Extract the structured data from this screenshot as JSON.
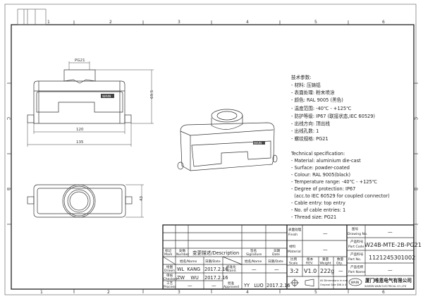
{
  "sheet": {
    "col_markers": [
      "1",
      "2",
      "3",
      "4",
      "5",
      "6"
    ],
    "row_markers": [
      "C",
      "B"
    ]
  },
  "views": {
    "thread_label": "PG21",
    "height_dim": "69.5",
    "width_inner_dim": "120",
    "width_outer_dim": "135",
    "depth_dim": "43",
    "brand_label": "WAIN"
  },
  "spec_cn": {
    "title": "技术参数:",
    "lines": [
      "- 材料: 压铸铝",
      "- 表面处理: 粉末喷涂",
      "- 颜色: RAL 9005 (黑色)",
      "- 温度范围: -40℃ - +125℃",
      "- 防护等级: IP67 (联接状态,IEC 60529)",
      "- 出线方向: 顶出线",
      "- 出线孔数: 1",
      "- 螺纹规格: PG21"
    ]
  },
  "spec_en": {
    "title": "Technical specification:",
    "lines": [
      "- Material: aluminium die-cast",
      "- Surface: powder-coated",
      "- Colour: RAL 9005(black)",
      "- Temperature range: -40℃ - +125℃",
      "- Degree of protection: IP67",
      "  (acc.to IEC 60529 for coupled connector)",
      "- Cable entry: top entry",
      "- No. of cable entries: 1",
      "- Thread size: PG21"
    ]
  },
  "title_block": {
    "mark_cn": "标记",
    "mark": "Mark",
    "number_cn": "处数",
    "number": "Number",
    "description": "变更描述/Description",
    "signature_cn": "签名",
    "signature": "Signature",
    "date_cn": "日期",
    "date": "Date",
    "name_hdr": "姓名/Name",
    "date_hdr": "日期/Date",
    "name_hdr2": "姓名/Name",
    "date_hdr2": "日期/Date",
    "drawn_cn": "绘图",
    "drawn": "Drawn",
    "drawn_name": "WL  KANG",
    "drawn_date": "2017.2.16",
    "checked_cn": "审核",
    "checked": "Checked",
    "checked_name": "ZW    WU",
    "checked_date": "2017.2.16",
    "process_cn": "工艺",
    "process": "Process",
    "process_name": "—",
    "process_date": "—",
    "stand_cn": "标准化",
    "stand": "Stand.",
    "stand_name": "—",
    "stand_date": "—",
    "approved_cn": "批准",
    "approved": "Approved",
    "approved_name": "YY   LUO",
    "approved_date": "2017.2.16",
    "finish_cn": "表面处理",
    "finish": "Finish",
    "finish_value": "—",
    "material_cn": "材料",
    "material": "Material",
    "material_value": "—",
    "scale_cn": "比例",
    "scale": "Scale",
    "scale_value": "3:2",
    "rev_cn": "版本",
    "rev": "REV.",
    "rev_value": "V1.0",
    "weight_cn": "重量",
    "weight": "Weight",
    "weight_value": "222g",
    "qty_cn": "数量",
    "qty": "Qty.",
    "qty_value": "—",
    "dims_note_1": "All Dimensions in mm",
    "dims_note_2": "Original Size DIN A 4",
    "drawing_no_cn": "图号",
    "drawing_no": "Drawing No.",
    "drawing_no_value": "—",
    "part_code_cn": "产品料号",
    "part_code": "Part Code",
    "part_code_value": "W24B-MTE-2B-PG21",
    "part_no_cn": "产品料号",
    "part_no": "Part No.",
    "part_no_value": "1121245301002",
    "part_name_cn": "产品名称",
    "part_name": "Part Name",
    "part_name_value": "—",
    "company_cn": "厦门唯恩电气有限公司",
    "company_en": "XIAMEN WAIN ELECTRICAL CO.,LTD",
    "logo": "WAIN"
  }
}
